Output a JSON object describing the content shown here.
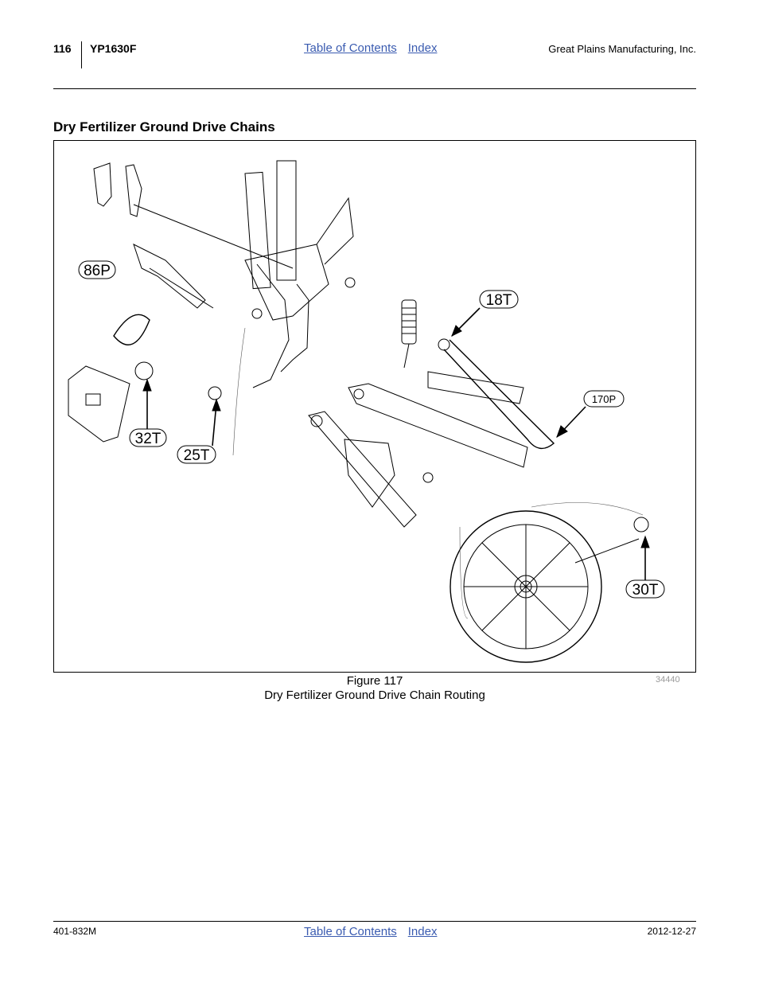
{
  "header": {
    "page_number": "116",
    "model": "YP1630F",
    "toc_link": "Table of Contents",
    "index_link": "Index",
    "company": "Great Plains Manufacturing, Inc."
  },
  "section": {
    "title": "Dry Fertilizer Ground Drive Chains"
  },
  "figure": {
    "number": "Figure 117",
    "title": "Dry Fertilizer Ground Drive Chain Routing",
    "drawing_id": "34440",
    "callouts": {
      "c86p": "86P",
      "c18t": "18T",
      "c170p": "170P",
      "c32t": "32T",
      "c25t": "25T",
      "c30t": "30T"
    }
  },
  "footer": {
    "doc_number": "401-832M",
    "toc_link": "Table of Contents",
    "index_link": "Index",
    "date": "2012-12-27"
  }
}
